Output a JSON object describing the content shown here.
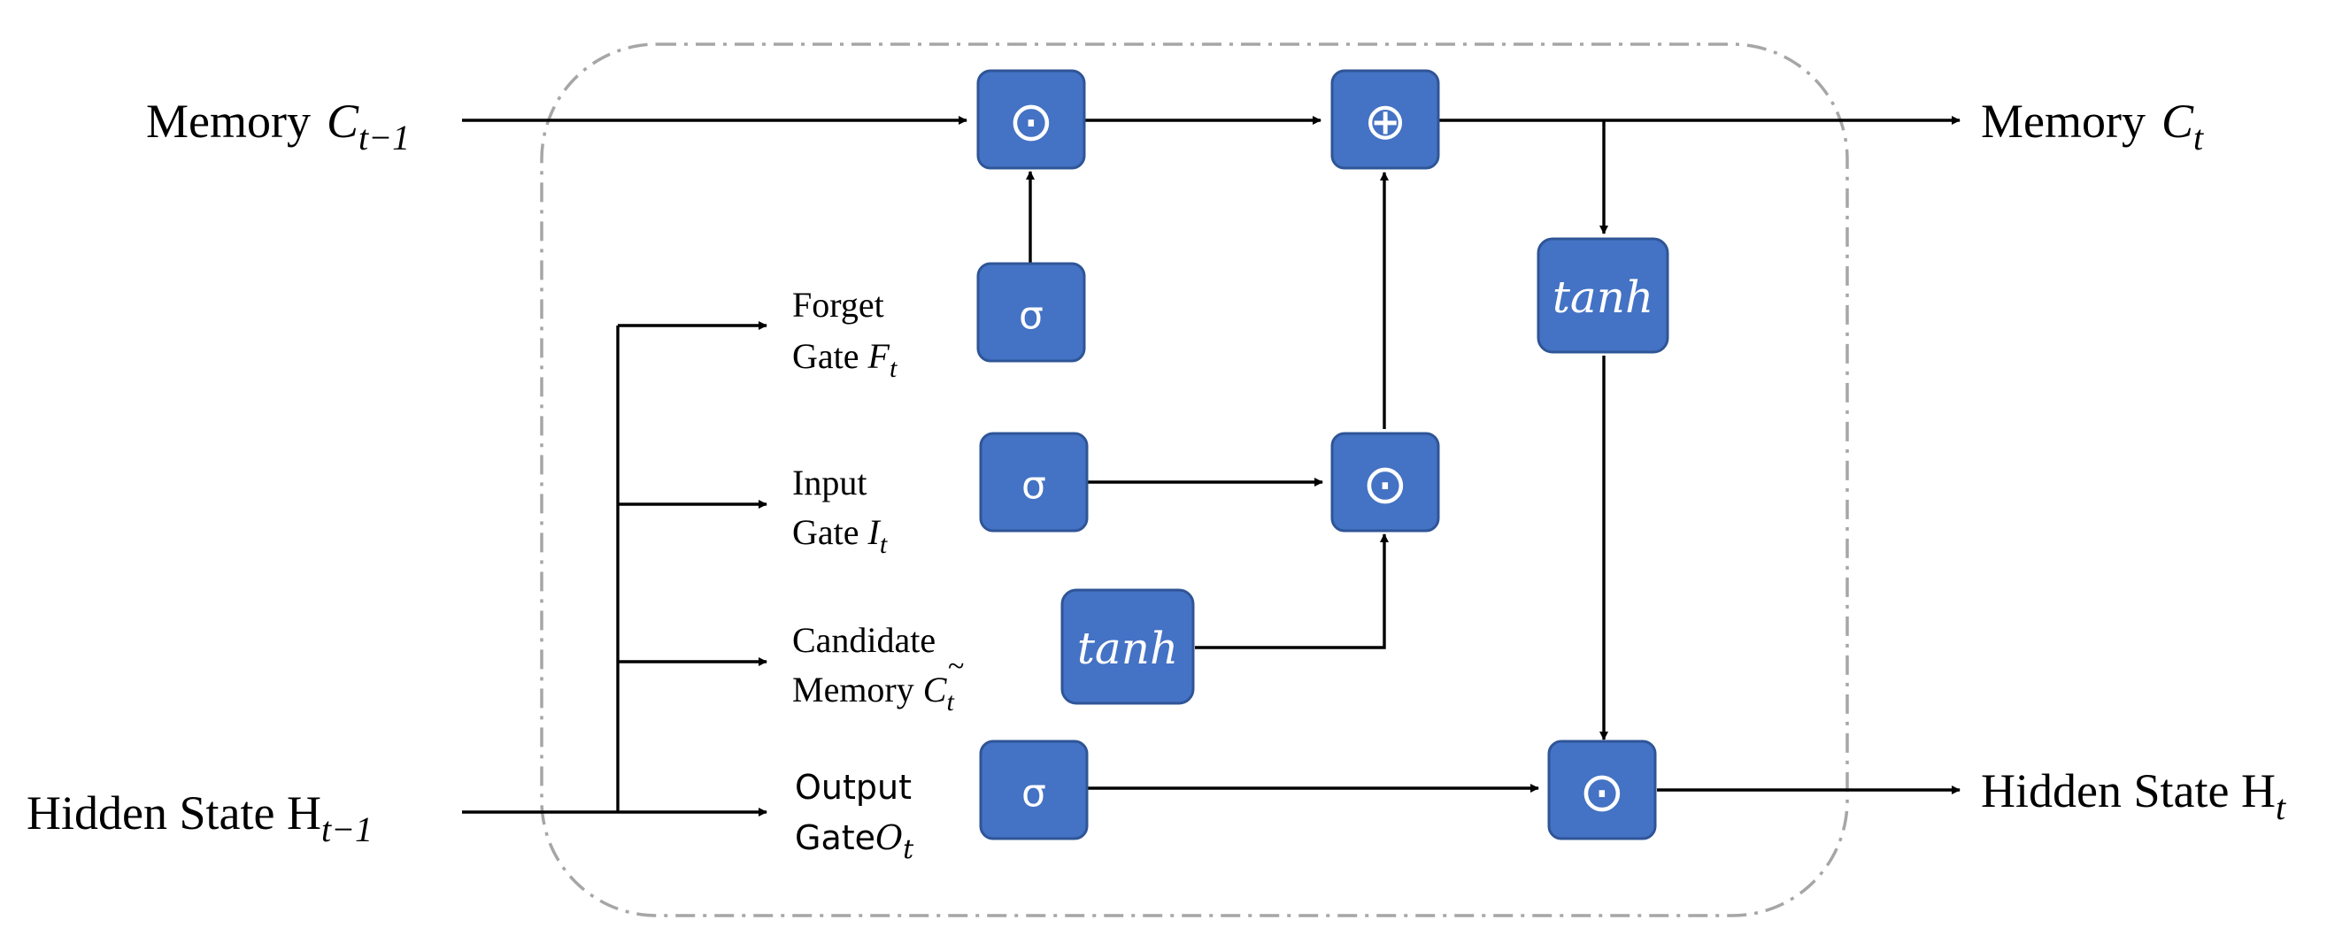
{
  "inputs": {
    "memory_prev": {
      "label": "Memory",
      "var": "C",
      "sub": "t−1"
    },
    "hidden_prev": {
      "label": "Hidden State H",
      "sub": "t−1"
    }
  },
  "outputs": {
    "memory": {
      "label": "Memory",
      "var": "C",
      "sub": "t"
    },
    "hidden": {
      "label": "Hidden State H",
      "sub": "t"
    }
  },
  "gates": {
    "forget": {
      "line1": "Forget",
      "line2": "Gate",
      "var": "F",
      "sub": "t"
    },
    "input": {
      "line1": "Input",
      "line2": "Gate",
      "var": "I",
      "sub": "t"
    },
    "candidate": {
      "line1": "Candidate",
      "line2": "Memory",
      "var": "C",
      "accent": "~",
      "sub": "t"
    },
    "output": {
      "line1": "Output",
      "line2": "Gate",
      "var": "O",
      "sub": "t"
    }
  },
  "operators": {
    "multiply": "⊙",
    "add": "⊕",
    "sigmoid": "σ",
    "tanh": "tanh"
  },
  "colors": {
    "box_fill": "#4472C4",
    "box_stroke": "#2F5597",
    "cell_border": "#A6A6A6",
    "wire": "#000000"
  }
}
